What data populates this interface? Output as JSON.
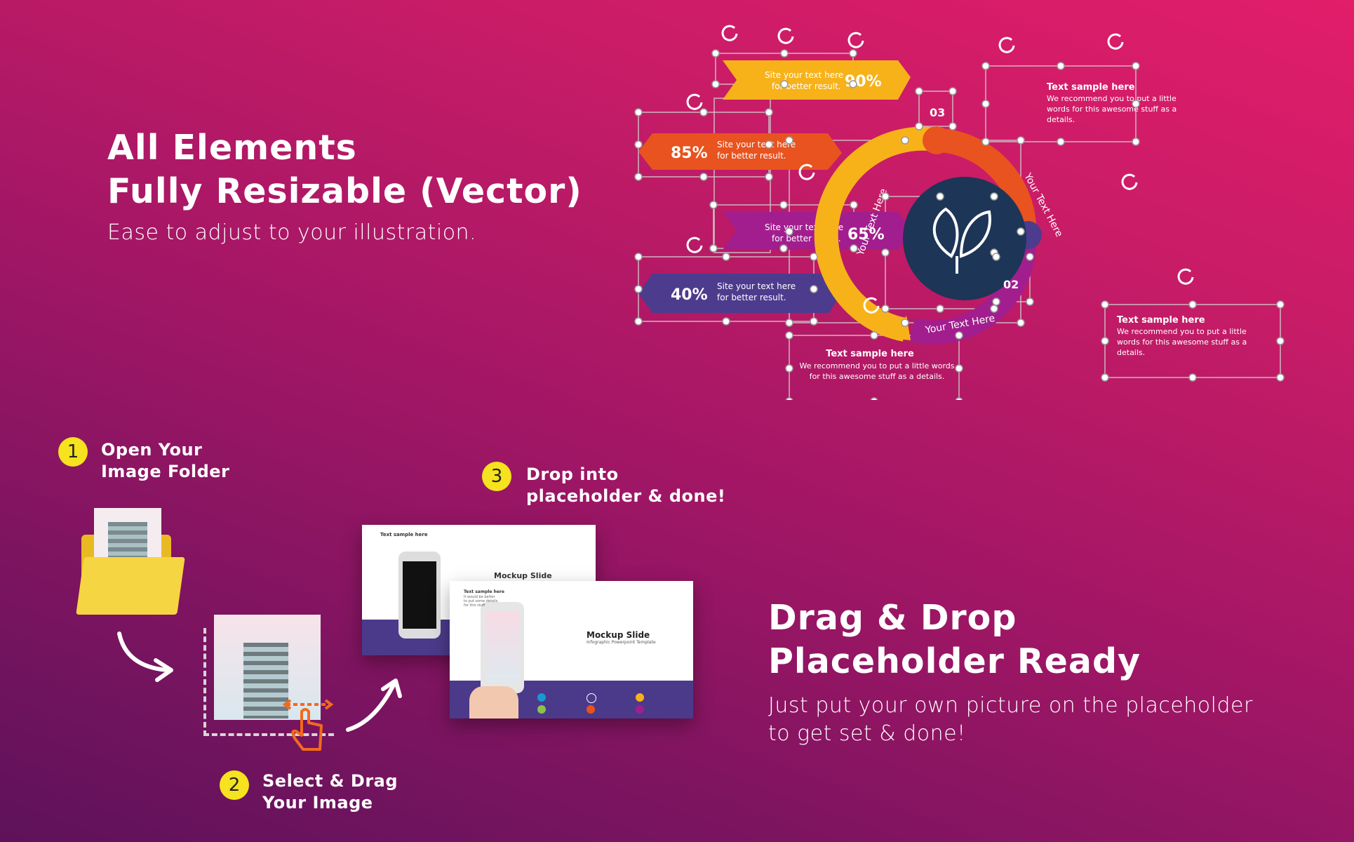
{
  "section1": {
    "title_line1": "All Elements",
    "title_line2": "Fully Resizable  (Vector)",
    "subtitle": "Ease to adjust to your illustration."
  },
  "infographic": {
    "arrows": [
      {
        "percent": "90%",
        "text_line1": "Site your text here",
        "text_line2": "for better result.",
        "color": "#f7b21a"
      },
      {
        "percent": "85%",
        "text_line1": "Site your text here",
        "text_line2": "for better result.",
        "color": "#e8531f"
      },
      {
        "percent": "65%",
        "text_line1": "Site your text here",
        "text_line2": "for better result.",
        "color": "#a21e8e"
      },
      {
        "percent": "40%",
        "text_line1": "Site your text here",
        "text_line2": "for better result.",
        "color": "#4d3b8d"
      }
    ],
    "ring_labels": [
      "Your Text Here",
      "Your Text Here",
      "Your Text Here"
    ],
    "badges": [
      "03",
      "02"
    ],
    "callouts": [
      {
        "title": "Text sample here",
        "body_line1": "We recommend you to put a little",
        "body_line2": "words for this awesome stuff as a",
        "body_line3": "details."
      },
      {
        "title": "Text sample here",
        "body_line1": "We recommend you to put a little words",
        "body_line2": "for this awesome stuff as a details.",
        "body_line3": ""
      },
      {
        "title": "Text sample here",
        "body_line1": "We recommend you to put a little",
        "body_line2": "words for this awesome stuff as a",
        "body_line3": "details."
      }
    ],
    "colors": {
      "yellow": "#f7b21a",
      "orange": "#e8531f",
      "magenta": "#a21e8e",
      "purple": "#4d3b8d",
      "navy": "#1d3557"
    }
  },
  "steps": [
    {
      "number": "1",
      "label_line1": "Open Your",
      "label_line2": "Image Folder"
    },
    {
      "number": "2",
      "label_line1": "Select & Drag",
      "label_line2": "Your Image"
    },
    {
      "number": "3",
      "label_line1": "Drop into",
      "label_line2": "placeholder & done!"
    }
  ],
  "mockup": {
    "slide_title": "Mockup Slide",
    "slide_subtitle": "Infographic Powerpoint Template",
    "sample_title": "Text sample here",
    "sample_body": "It would be better to put some details for this stuff"
  },
  "section2": {
    "title_line1": "Drag & Drop",
    "title_line2": "Placeholder Ready",
    "subtitle_line1": "Just put your own picture on the placeholder",
    "subtitle_line2": "to get set & done!"
  },
  "accent_color": "#f6e21e"
}
